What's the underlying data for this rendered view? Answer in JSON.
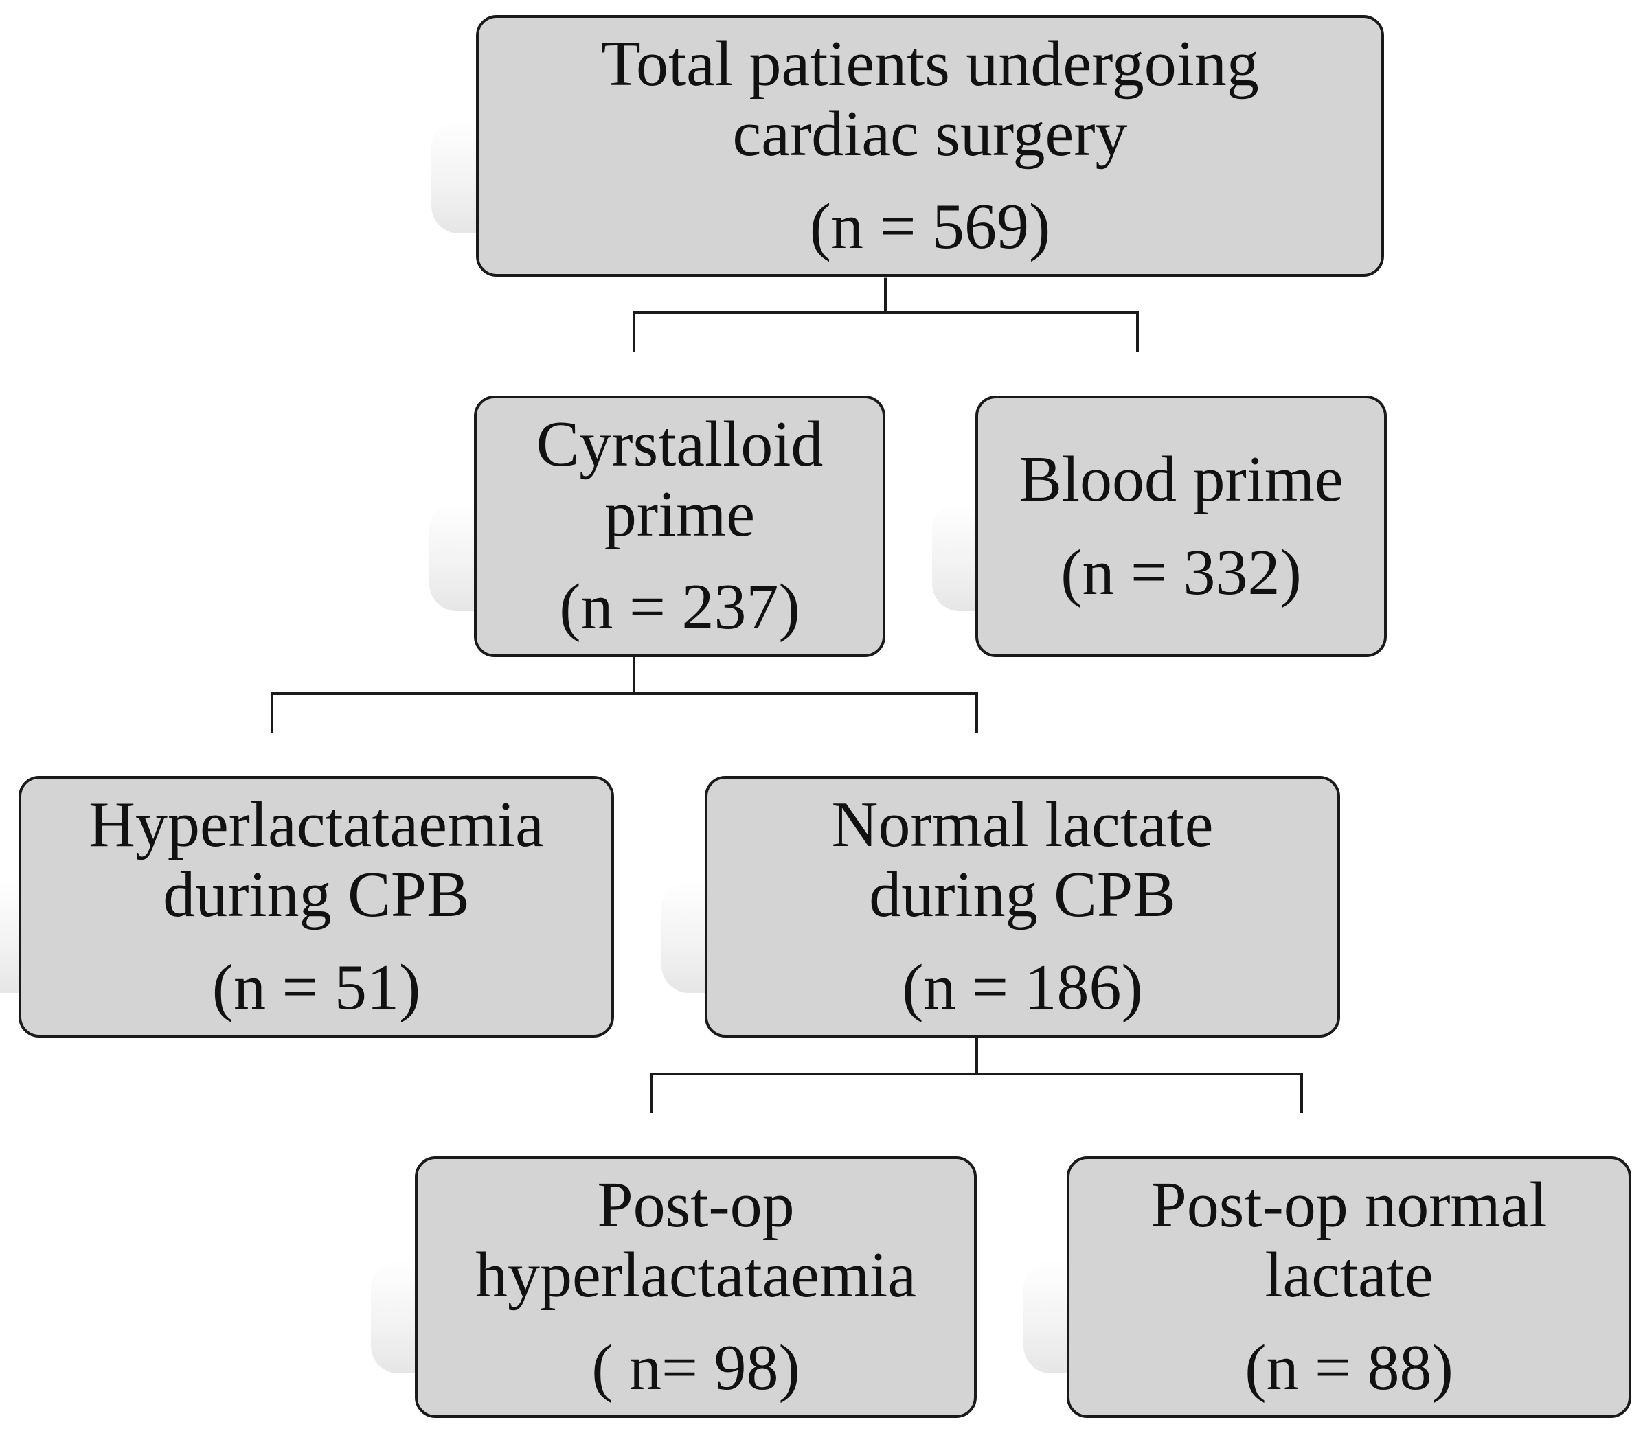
{
  "flowchart": {
    "root": {
      "label_lines": [
        "Total patients undergoing",
        "cardiac surgery"
      ],
      "count": "(n = 569)"
    },
    "crystalloid": {
      "label_lines": [
        "Cyrstalloid",
        "prime"
      ],
      "count": "(n = 237)"
    },
    "blood": {
      "label_lines": [
        "Blood prime"
      ],
      "count": "(n = 332)"
    },
    "hyper_cpb": {
      "label_lines": [
        "Hyperlactataemia",
        "during CPB"
      ],
      "count": "(n = 51)"
    },
    "normal_cpb": {
      "label_lines": [
        "Normal lactate",
        "during CPB"
      ],
      "count": "(n = 186)"
    },
    "postop_hyper": {
      "label_lines": [
        "Post-op",
        "hyperlactataemia"
      ],
      "count": "( n= 98)"
    },
    "postop_normal": {
      "label_lines": [
        "Post-op normal",
        "lactate"
      ],
      "count": "(n = 88)"
    }
  },
  "colors": {
    "box_fill": "#d4d4d4",
    "box_border": "#1a1a1a",
    "connector": "#1a1a1a",
    "background": "#ffffff"
  }
}
